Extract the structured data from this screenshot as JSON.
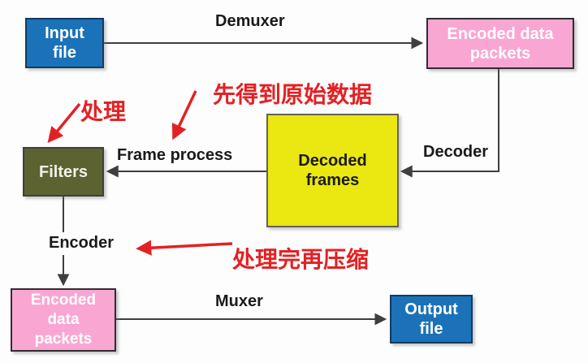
{
  "diagram": {
    "title_implicit": "media transcoding pipeline",
    "background": "#fdfdfd",
    "colors": {
      "box_blue": "#1b72b8",
      "box_blue_border": "#143a5e",
      "box_pink": "#faa6d2",
      "box_yellow": "#ebe710",
      "box_olive": "#5c6331",
      "wire_black": "#3f3f3f",
      "annotation_red": "#e32124"
    },
    "nodes": {
      "input_file": {
        "label": "Input\nfile",
        "color": "#1b72b8"
      },
      "encoded_packets_top": {
        "label": "Encoded data\npackets",
        "color": "#faa6d2"
      },
      "decoded_frames": {
        "label": "Decoded\nframes",
        "color": "#ebe710"
      },
      "filters": {
        "label": "Filters",
        "color": "#5c6331"
      },
      "encoded_packets_bottom": {
        "label": "Encoded\ndata\npackets",
        "color": "#faa6d2"
      },
      "output_file": {
        "label": "Output\nfile",
        "color": "#1b72b8"
      }
    },
    "edge_labels": {
      "demuxer": "Demuxer",
      "decoder": "Decoder",
      "frame_process": "Frame process",
      "encoder": "Encoder",
      "muxer": "Muxer"
    },
    "edges": [
      {
        "from": "input_file",
        "to": "encoded_packets_top",
        "label": "Demuxer"
      },
      {
        "from": "encoded_packets_top",
        "to": "decoded_frames",
        "label": "Decoder"
      },
      {
        "from": "decoded_frames",
        "to": "filters",
        "label": "Frame process"
      },
      {
        "from": "filters",
        "to": "encoded_packets_bottom",
        "label": "Encoder"
      },
      {
        "from": "encoded_packets_bottom",
        "to": "output_file",
        "label": "Muxer"
      }
    ],
    "annotations": {
      "note_process": "处理",
      "note_raw_first": "先得到原始数据",
      "note_compress_after": "处理完再压缩"
    }
  }
}
